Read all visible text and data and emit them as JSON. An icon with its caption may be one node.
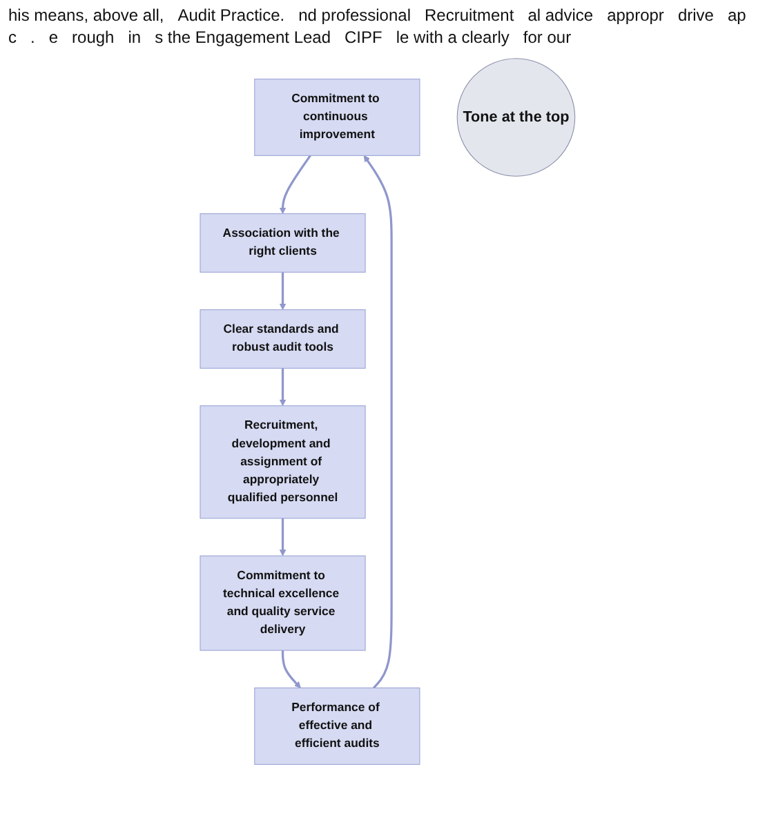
{
  "diagram": {
    "nodes": [
      {
        "text": [
          "Commitment to continuous improvement"
        ]
      },
      {
        "text": [
          "Association with the right clients"
        ]
      },
      {
        "text": [
          "Clear standards and robust audit tools"
        ]
      },
      {
        "text": [
          "Recruitment, development and assignment of appropriately qualified personnel"
        ]
      },
      {
        "text": [
          "Commitment to technical excellence and quality service delivery"
        ]
      },
      {
        "text": [
          "Performance of effective and efficient audits"
        ]
      },
      {
        "text": [
          "Tone at the top"
        ]
      }
    ],
    "edges": [
      {
        "from": 0,
        "to": 1,
        "arrow": "to"
      },
      {
        "from": 1,
        "to": 2,
        "arrow": "to"
      },
      {
        "from": 2,
        "to": 3,
        "arrow": "to"
      },
      {
        "from": 3,
        "to": 4,
        "arrow": "to"
      },
      {
        "from": 4,
        "to": 5,
        "arrow": "to"
      },
      {
        "from": 5,
        "to": 0,
        "arrow": "to"
      }
    ],
    "labels": [
      "his means, above all,",
      "Audit Practice.",
      "nd professional",
      "Recruitment",
      "al advice",
      "appropr",
      "drive",
      "ap",
      "c",
      ".",
      "e",
      "rough",
      "in",
      "s the Engagement Lead",
      "CIPF",
      "le with a clearly",
      "for our"
    ]
  }
}
